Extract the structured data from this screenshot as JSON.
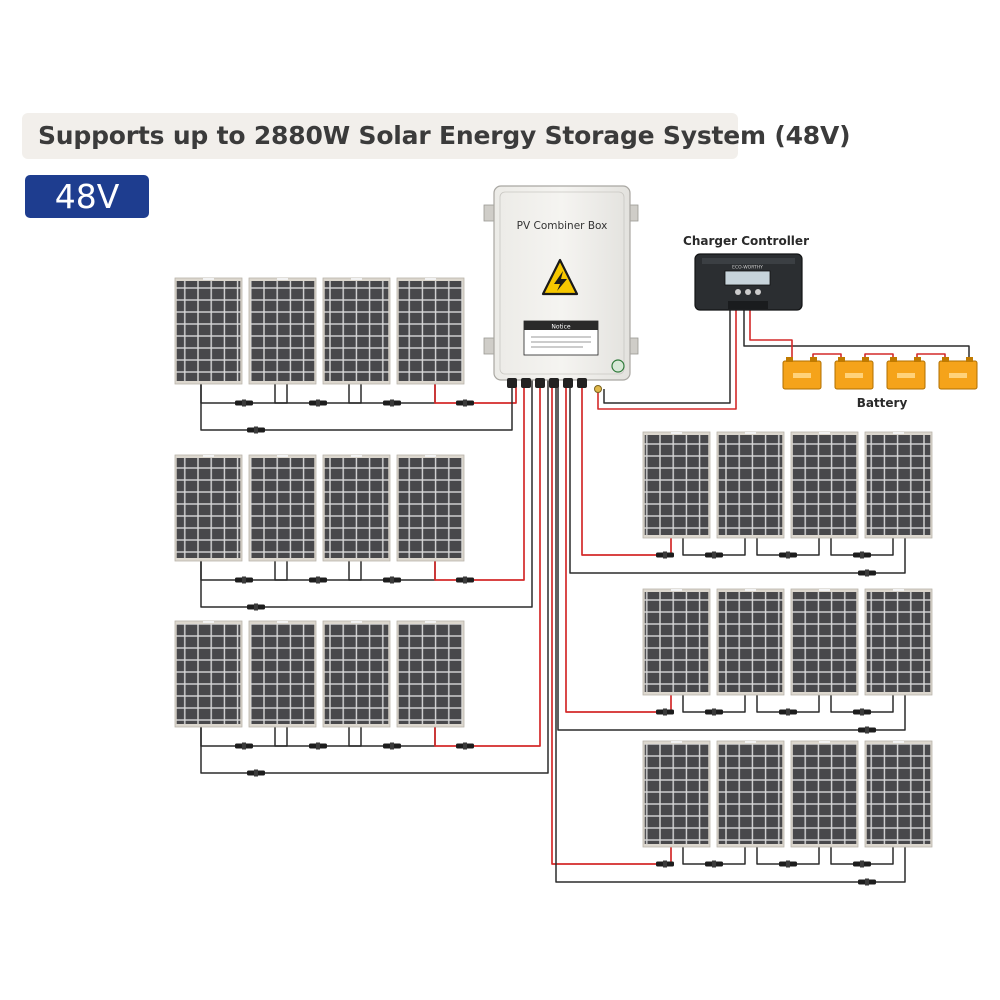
{
  "header": {
    "title": "Supports up to 2880W Solar Energy Storage System (48V)",
    "voltage_badge": "48V"
  },
  "combiner_box": {
    "label": "PV Combiner Box",
    "notice_label": "Notice",
    "warning_icon": "high-voltage-warning-icon"
  },
  "charge_controller": {
    "label": "Charger Controller",
    "screen_text": "ECO-WORTHY"
  },
  "battery": {
    "label": "Battery",
    "count": 4,
    "color": "#f5a31a"
  },
  "solar_array": {
    "strings": 6,
    "panels_per_string": 4,
    "total_panels": 24
  },
  "colors": {
    "badge": "#1e3d8f",
    "positive_wire": "#d42a2a",
    "negative_wire": "#2b2b2b",
    "panel_cell": "#4a4a4c",
    "panel_frame": "#d9d4cb"
  }
}
